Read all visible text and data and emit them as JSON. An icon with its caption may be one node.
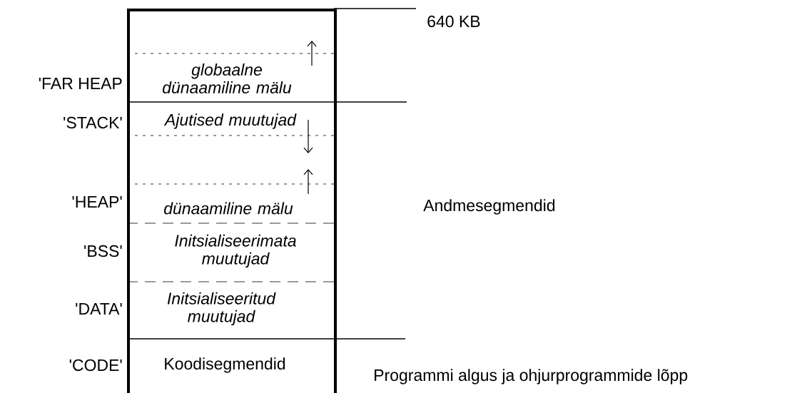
{
  "diagram": {
    "nodes": [
      {
        "text": [],
        "shape": "box"
      },
      {
        "text": [
          "globaalne dünaamiline mälu"
        ],
        "in": 0,
        "beside": [
          "'FAR HEAP"
        ]
      },
      {
        "text": [
          "Ajutised muutujad"
        ],
        "in": 0,
        "beside": [
          "'STACK'"
        ]
      },
      {
        "text": [
          "dünaamiline mälu"
        ],
        "in": 0,
        "beside": [
          "'HEAP'"
        ]
      },
      {
        "text": [
          "Initsialiseerimata muutujad"
        ],
        "in": 0,
        "beside": [
          "'BSS'"
        ]
      },
      {
        "text": [
          "Initsialiseeritud muutujad"
        ],
        "in": 0,
        "beside": [
          "'DATA'"
        ]
      },
      {
        "text": [
          "Koodisegmendid"
        ],
        "in": 0,
        "beside": [
          "'CODE'"
        ]
      }
    ],
    "labels": [
      "640 KB",
      "Andmesegmendid",
      "Programmi algus ja ohjurprogrammide lõpp"
    ]
  }
}
